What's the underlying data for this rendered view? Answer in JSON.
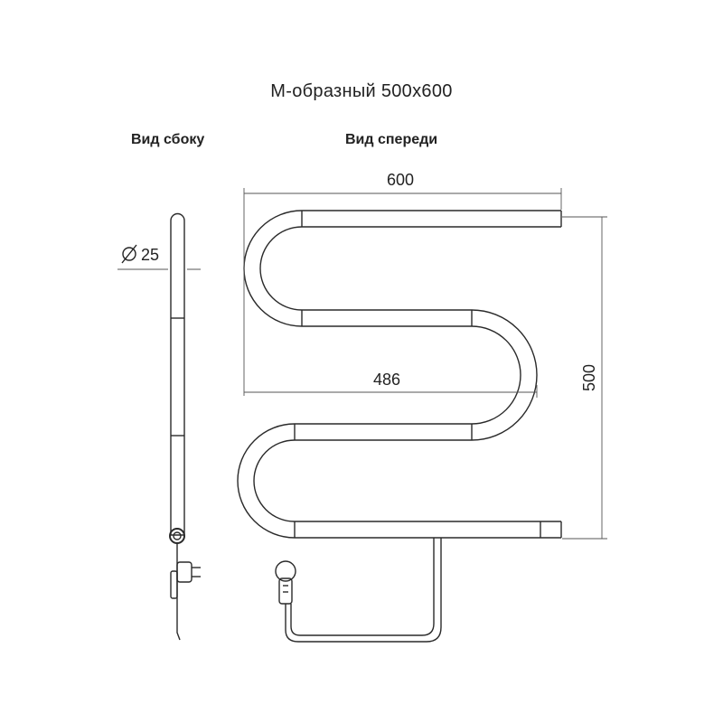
{
  "title": "М-образный 500x600",
  "side_view": {
    "label": "Вид сбоку",
    "diameter_label": "25"
  },
  "front_view": {
    "label": "Вид спереди"
  },
  "dimensions": {
    "width": "600",
    "inner_width": "486",
    "height": "500"
  },
  "colors": {
    "line": "#2a2a2a",
    "dim_line": "#555555",
    "background": "#ffffff"
  }
}
